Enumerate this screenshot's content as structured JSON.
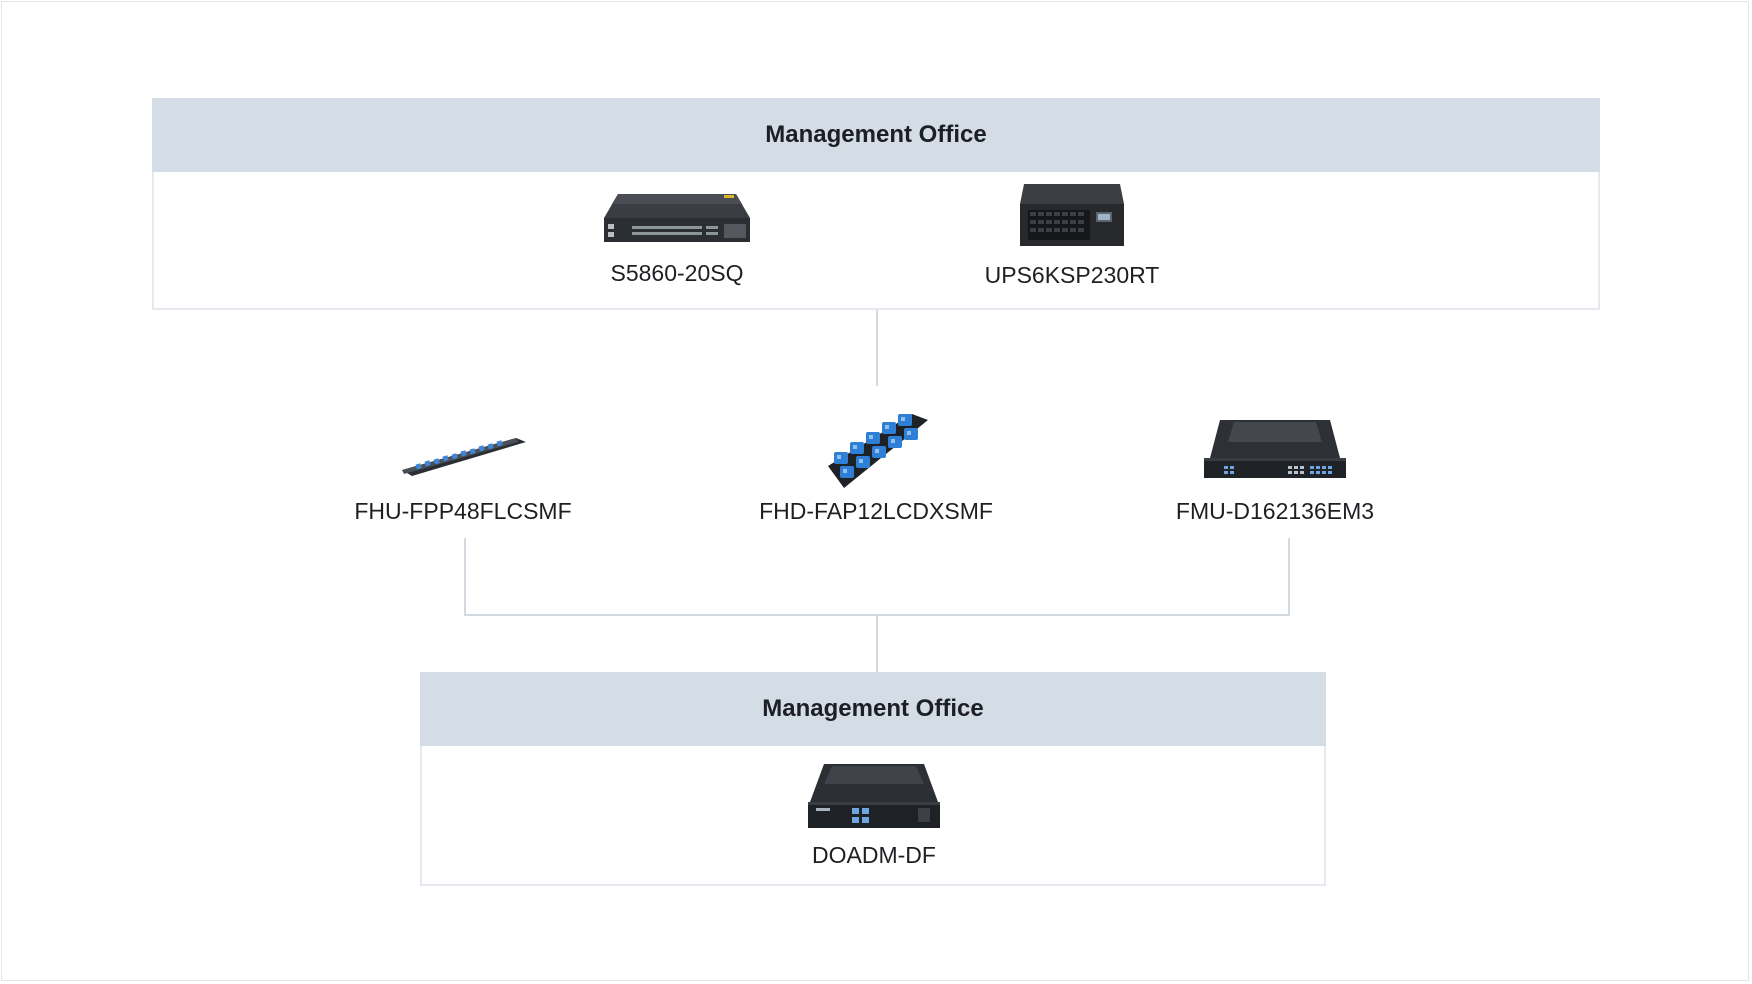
{
  "top_office": {
    "title": "Management Office",
    "devices": [
      {
        "label": "S5860-20SQ",
        "icon": "network-switch-icon"
      },
      {
        "label": "UPS6KSP230RT",
        "icon": "ups-icon"
      }
    ]
  },
  "middle_devices": [
    {
      "label": "FHU-FPP48FLCSMF",
      "icon": "patch-panel-icon"
    },
    {
      "label": "FHD-FAP12LCDXSMF",
      "icon": "adapter-panel-icon"
    },
    {
      "label": "FMU-D162136EM3",
      "icon": "mux-rack-icon"
    }
  ],
  "bottom_office": {
    "title": "Management Office",
    "devices": [
      {
        "label": "DOADM-DF",
        "icon": "oadm-module-icon"
      }
    ]
  },
  "colors": {
    "header_bg": "#d4dce6",
    "border": "#e6eaf0",
    "connector": "#d3d9e1",
    "accent_blue": "#2f7fd6"
  }
}
